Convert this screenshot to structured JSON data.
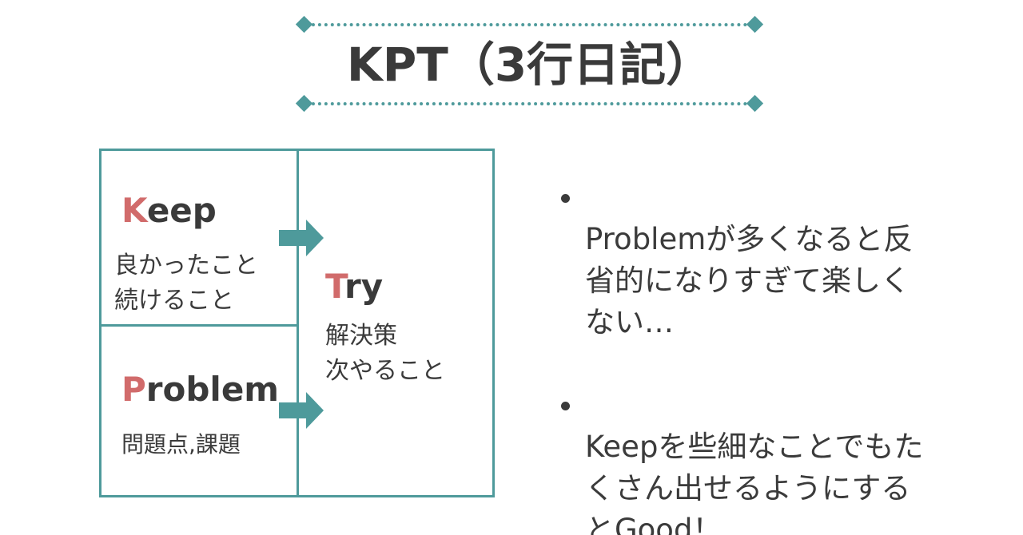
{
  "title": "KPT（3行日記）",
  "accent_color": "#4e9a9b",
  "initial_color": "#d16b6b",
  "kpt": {
    "keep": {
      "initial": "K",
      "rest": "eep",
      "desc_line1": "良かったこと",
      "desc_line2": "続けること"
    },
    "problem": {
      "initial": "P",
      "rest": "roblem",
      "desc": "問題点,課題"
    },
    "try": {
      "initial": "T",
      "rest": "ry",
      "desc_line1": "解決策",
      "desc_line2": "次やること"
    }
  },
  "notes": [
    "Problemが多くなると反\n省的になりすぎて楽しく\nない…",
    "Keepを些細なことでもた\nくさん出せるようにする\nとGood！"
  ]
}
